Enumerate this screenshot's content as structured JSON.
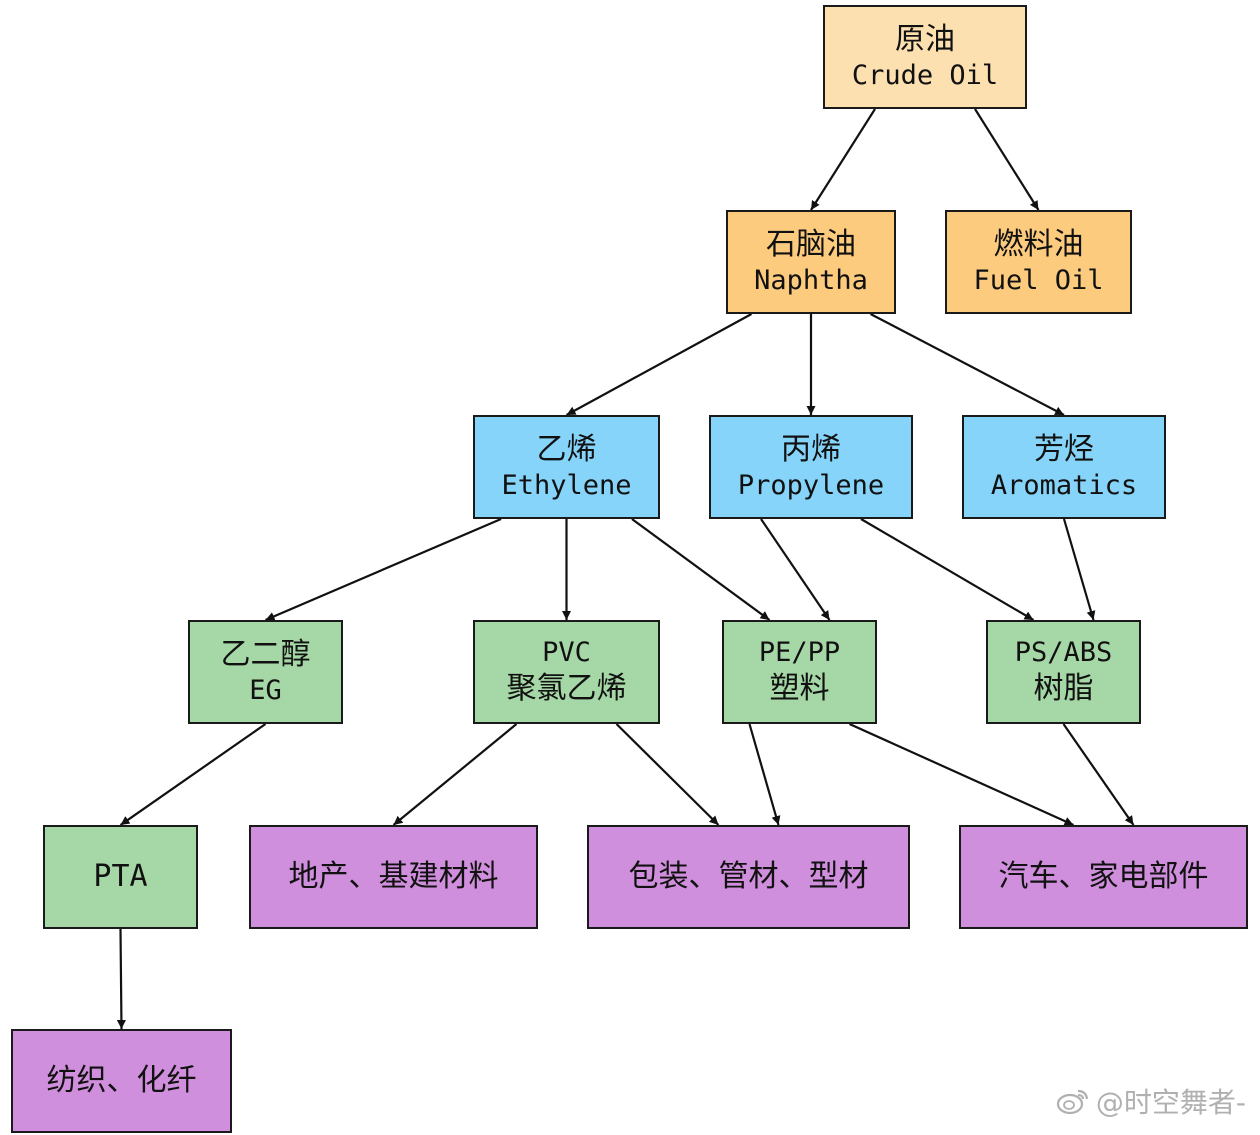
{
  "colors": {
    "crude": "#fde0b0",
    "primary": "#fccb7e",
    "monomer": "#86d4fa",
    "intermediate": "#a6d7a6",
    "enduse": "#d08fdc",
    "edge": "#111111"
  },
  "nodes": {
    "crude_oil": {
      "zh": "原油",
      "en": "Crude Oil"
    },
    "naphtha": {
      "zh": "石脑油",
      "en": "Naphtha"
    },
    "fuel_oil": {
      "zh": "燃料油",
      "en": "Fuel Oil"
    },
    "ethylene": {
      "zh": "乙烯",
      "en": "Ethylene"
    },
    "propylene": {
      "zh": "丙烯",
      "en": "Propylene"
    },
    "aromatics": {
      "zh": "芳烃",
      "en": "Aromatics"
    },
    "eg": {
      "zh": "乙二醇",
      "en": "EG"
    },
    "pvc": {
      "en": "PVC",
      "zh": "聚氯乙烯"
    },
    "pe_pp": {
      "en": "PE/PP",
      "zh": "塑料"
    },
    "ps_abs": {
      "en": "PS/ABS",
      "zh": "树脂"
    },
    "pta": {
      "en": "PTA"
    },
    "real_estate": {
      "zh": "地产、基建材料"
    },
    "packaging": {
      "zh": "包装、管材、型材"
    },
    "auto": {
      "zh": "汽车、家电部件"
    },
    "textile": {
      "zh": "纺织、化纤"
    }
  },
  "edges": [
    [
      "crude_oil",
      "naphtha"
    ],
    [
      "crude_oil",
      "fuel_oil"
    ],
    [
      "naphtha",
      "ethylene"
    ],
    [
      "naphtha",
      "propylene"
    ],
    [
      "naphtha",
      "aromatics"
    ],
    [
      "ethylene",
      "eg"
    ],
    [
      "ethylene",
      "pvc"
    ],
    [
      "ethylene",
      "pe_pp"
    ],
    [
      "propylene",
      "pe_pp"
    ],
    [
      "propylene",
      "ps_abs"
    ],
    [
      "aromatics",
      "ps_abs"
    ],
    [
      "eg",
      "pta"
    ],
    [
      "pvc",
      "real_estate"
    ],
    [
      "pvc",
      "packaging"
    ],
    [
      "pe_pp",
      "packaging"
    ],
    [
      "pe_pp",
      "auto"
    ],
    [
      "ps_abs",
      "auto"
    ],
    [
      "pta",
      "textile"
    ]
  ],
  "watermark": {
    "text": "@时空舞者-"
  }
}
